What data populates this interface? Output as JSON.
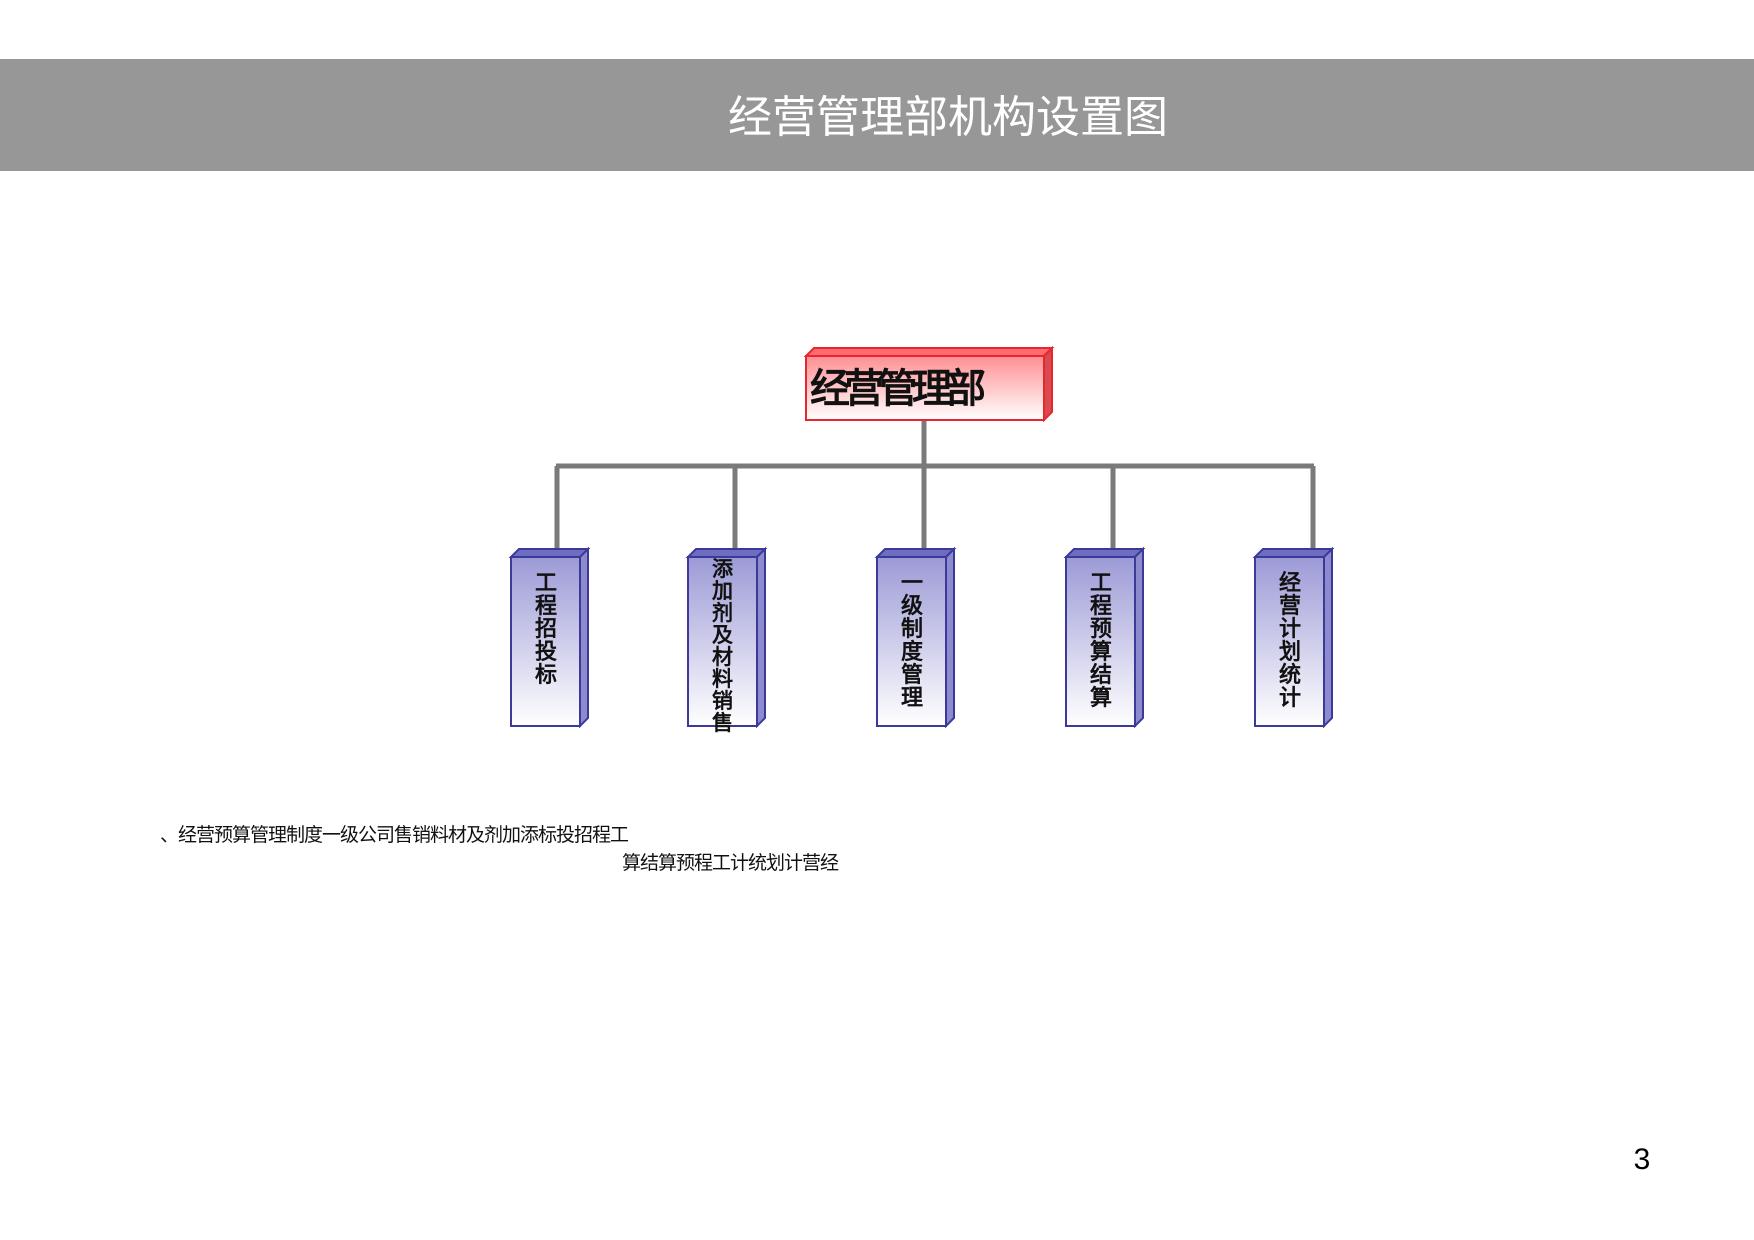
{
  "header": {
    "title": "经营管理部机构设置图"
  },
  "diagram": {
    "root": {
      "label": "经营管理部"
    },
    "children": [
      {
        "label": "工程招投标"
      },
      {
        "label": "添加剂及材料销售"
      },
      {
        "label": "一级制度管理"
      },
      {
        "label": "工程预算结算"
      },
      {
        "label": "经营计划统计"
      }
    ]
  },
  "notes": {
    "line1": "、经营预算管理制度一级公司售销料材及剂加添标投招程工",
    "line2": "算结算预程工计统划计营经"
  },
  "footer": {
    "page_number": "3"
  },
  "colors": {
    "banner": "#979797",
    "root_border": "#e8262e",
    "root_fill_top": "#ff8f93",
    "child_border": "#3b3a9a",
    "child_fill_top": "#9c9ad6",
    "connector": "#7a7a7a"
  }
}
